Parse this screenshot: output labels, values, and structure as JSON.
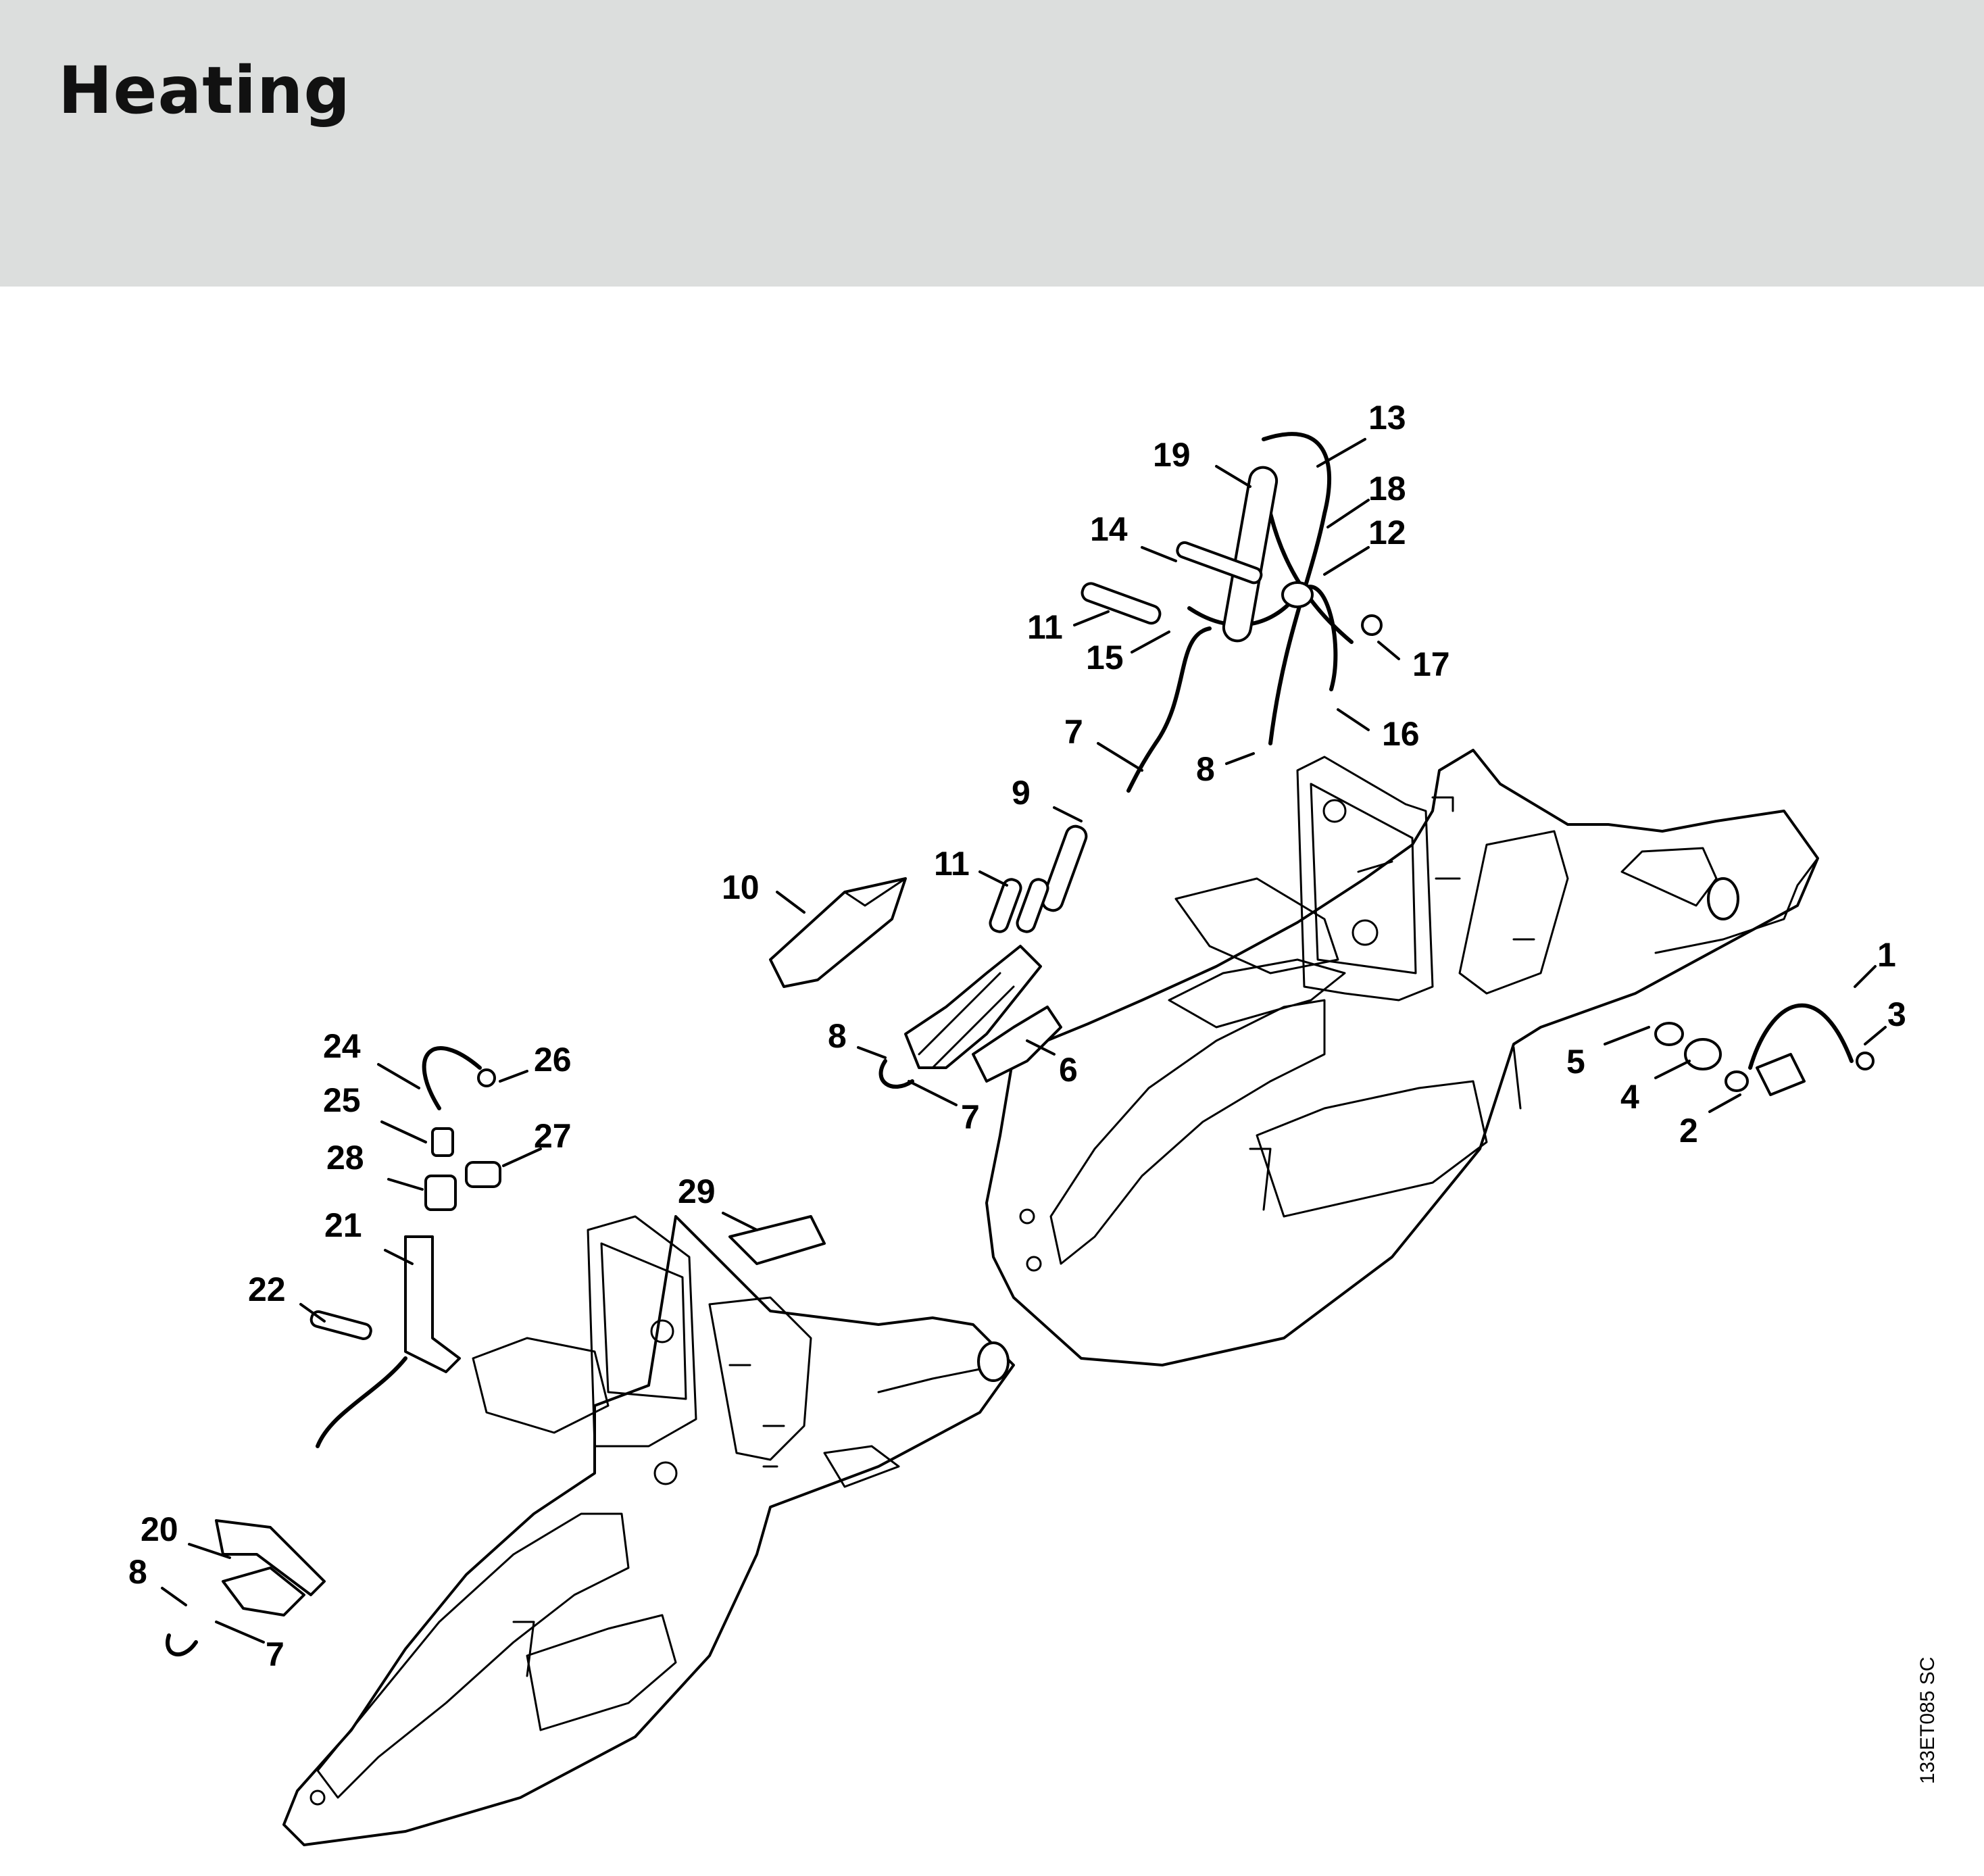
{
  "page": {
    "title": "Heating",
    "reference": "133ET085 SC"
  },
  "callouts": [
    {
      "label": "13"
    },
    {
      "label": "19"
    },
    {
      "label": "18"
    },
    {
      "label": "14"
    },
    {
      "label": "12"
    },
    {
      "label": "11"
    },
    {
      "label": "15"
    },
    {
      "label": "17"
    },
    {
      "label": "16"
    },
    {
      "label": "7"
    },
    {
      "label": "8"
    },
    {
      "label": "9"
    },
    {
      "label": "11"
    },
    {
      "label": "10"
    },
    {
      "label": "8"
    },
    {
      "label": "6"
    },
    {
      "label": "7"
    },
    {
      "label": "1"
    },
    {
      "label": "3"
    },
    {
      "label": "5"
    },
    {
      "label": "4"
    },
    {
      "label": "2"
    },
    {
      "label": "24"
    },
    {
      "label": "26"
    },
    {
      "label": "25"
    },
    {
      "label": "27"
    },
    {
      "label": "28"
    },
    {
      "label": "21"
    },
    {
      "label": "29"
    },
    {
      "label": "22"
    },
    {
      "label": "20"
    },
    {
      "label": "8"
    },
    {
      "label": "7"
    }
  ]
}
